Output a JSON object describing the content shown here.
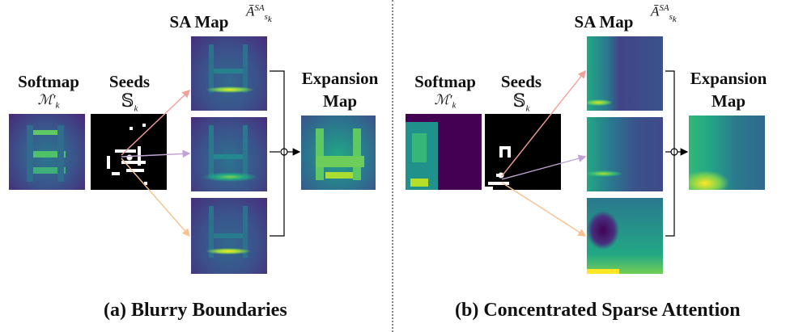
{
  "labels": {
    "sa_map": "SA Map",
    "softmap": "Softmap",
    "seeds": "Seeds",
    "expansion_line1": "Expansion",
    "expansion_line2": "Map",
    "softmap_symbol": "ℳ′",
    "softmap_sub": "k",
    "seeds_symbol": "𝕊",
    "seeds_sub": "k",
    "sa_symbol": "Ā",
    "sa_sup": "SA",
    "sa_sub": "s",
    "sa_subsub": "k"
  },
  "captions": {
    "left": "(a) Blurry Boundaries",
    "right": "(b) Concentrated Sparse Attention"
  },
  "colors": {
    "viridis_dark": "#440154",
    "viridis_blue": "#31688e",
    "viridis_teal": "#21918c",
    "viridis_green": "#35b779",
    "viridis_yellow": "#fde725",
    "arrow_red": "#f4a09a",
    "arrow_purple": "#c3a3d6",
    "arrow_orange": "#f7c08f"
  }
}
